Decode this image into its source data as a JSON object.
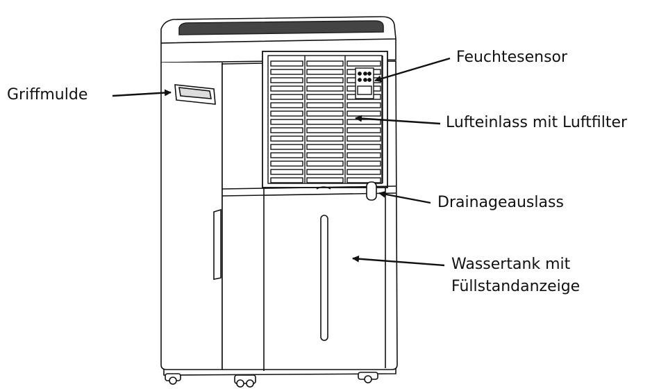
{
  "labels": {
    "griffmulde": "Griffmulde",
    "feuchtesensor": "Feuchtesensor",
    "lufteinlass": "Lufteinlass mit Luftfilter",
    "drainageauslass": "Drainageauslass",
    "wassertank_line1": "Wassertank mit",
    "wassertank_line2": "Füllstandanzeige"
  }
}
